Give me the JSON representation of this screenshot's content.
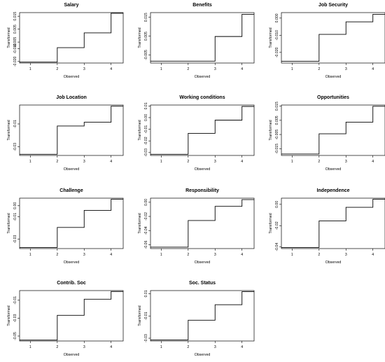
{
  "figure": {
    "cols": 3
  },
  "chart_data": [
    {
      "type": "line",
      "step": true,
      "title": "Salary",
      "xlabel": "Observed",
      "ylabel": "Transformed",
      "x": [
        1,
        2,
        3,
        4
      ],
      "y": [
        -0.0205,
        -0.0093,
        0.0021,
        0.0173
      ],
      "xlim": [
        0.6,
        4.45
      ],
      "ylim": [
        -0.0212,
        0.0178
      ],
      "xticks": [
        1,
        2,
        3,
        4
      ],
      "yticks": [
        -0.02,
        -0.01,
        -0.005,
        0.005,
        0.015
      ],
      "ytick_labels": [
        "-0.020",
        "-0.010",
        "-0.005",
        "0.005",
        "0.015"
      ]
    },
    {
      "type": "line",
      "step": true,
      "title": "Benefits",
      "xlabel": "Observed",
      "ylabel": "Transformed",
      "x": [
        1,
        2,
        3,
        4
      ],
      "y": [
        -0.0083,
        -0.0083,
        0.0048,
        0.0166
      ],
      "xlim": [
        0.6,
        4.45
      ],
      "ylim": [
        -0.0093,
        0.0175
      ],
      "xticks": [
        1,
        2,
        3,
        4
      ],
      "yticks": [
        -0.005,
        0.005,
        0.015
      ],
      "ytick_labels": [
        "-0.005",
        "0.005",
        "0.015"
      ]
    },
    {
      "type": "line",
      "step": true,
      "title": "Job Security",
      "xlabel": "Observed",
      "ylabel": "Transformed",
      "x": [
        1,
        2,
        3,
        4
      ],
      "y": [
        -0.0252,
        -0.0095,
        -0.0022,
        0.0022
      ],
      "xlim": [
        0.6,
        4.45
      ],
      "ylim": [
        -0.0262,
        0.0032
      ],
      "xticks": [
        1,
        2,
        3,
        4
      ],
      "yticks": [
        -0.02,
        -0.01,
        0.0
      ],
      "ytick_labels": [
        "-0.020",
        "-0.010",
        "0.000"
      ]
    },
    {
      "type": "line",
      "step": true,
      "title": "Job Location",
      "xlabel": "Observed",
      "ylabel": "Transformed",
      "x": [
        1,
        2,
        3,
        4
      ],
      "y": [
        -0.0365,
        -0.0118,
        -0.0085,
        0.0055
      ],
      "xlim": [
        0.6,
        4.45
      ],
      "ylim": [
        -0.0375,
        0.0065
      ],
      "xticks": [
        1,
        2,
        3,
        4
      ],
      "yticks": [
        -0.03,
        -0.01
      ],
      "ytick_labels": [
        "-0.03",
        "-0.01"
      ]
    },
    {
      "type": "line",
      "step": true,
      "title": "Working conditions",
      "xlabel": "Observed",
      "ylabel": "Transformed",
      "x": [
        1,
        2,
        3,
        4
      ],
      "y": [
        -0.0315,
        -0.0135,
        -0.0022,
        0.0096
      ],
      "xlim": [
        0.6,
        4.45
      ],
      "ylim": [
        -0.0325,
        0.0108
      ],
      "xticks": [
        1,
        2,
        3,
        4
      ],
      "yticks": [
        -0.03,
        -0.02,
        -0.01,
        0.0,
        0.01
      ],
      "ytick_labels": [
        "-0.03",
        "-0.02",
        "-0.01",
        "0.00",
        "0.01"
      ]
    },
    {
      "type": "line",
      "step": true,
      "title": "Opportunities",
      "xlabel": "Observed",
      "ylabel": "Transformed",
      "x": [
        1,
        2,
        3,
        4
      ],
      "y": [
        -0.0188,
        -0.0045,
        0.0037,
        0.0149
      ],
      "xlim": [
        0.6,
        4.45
      ],
      "ylim": [
        -0.0198,
        0.0158
      ],
      "xticks": [
        1,
        2,
        3,
        4
      ],
      "yticks": [
        -0.015,
        -0.005,
        0.005,
        0.015
      ],
      "ytick_labels": [
        "-0.015",
        "-0.005",
        "0.005",
        "0.015"
      ]
    },
    {
      "type": "line",
      "step": true,
      "title": "Challenge",
      "xlabel": "Observed",
      "ylabel": "Transformed",
      "x": [
        1,
        2,
        3,
        4
      ],
      "y": [
        -0.0375,
        -0.0195,
        -0.0042,
        0.0058
      ],
      "xlim": [
        0.6,
        4.45
      ],
      "ylim": [
        -0.0385,
        0.0068
      ],
      "xticks": [
        1,
        2,
        3,
        4
      ],
      "yticks": [
        -0.03,
        -0.01,
        0.0
      ],
      "ytick_labels": [
        "-0.03",
        "-0.01",
        "0.00"
      ]
    },
    {
      "type": "line",
      "step": true,
      "title": "Responsibility",
      "xlabel": "Observed",
      "ylabel": "Transformed",
      "x": [
        1,
        2,
        3,
        4
      ],
      "y": [
        -0.0635,
        -0.0258,
        -0.0058,
        0.0038
      ],
      "xlim": [
        0.6,
        4.45
      ],
      "ylim": [
        -0.0655,
        0.0058
      ],
      "xticks": [
        1,
        2,
        3,
        4
      ],
      "yticks": [
        -0.06,
        -0.04,
        -0.02,
        0.0
      ],
      "ytick_labels": [
        "-0.06",
        "-0.04",
        "-0.02",
        "0.00"
      ]
    },
    {
      "type": "line",
      "step": true,
      "title": "Independence",
      "xlabel": "Observed",
      "ylabel": "Transformed",
      "x": [
        1,
        2,
        3,
        4
      ],
      "y": [
        -0.0405,
        -0.0155,
        -0.0028,
        0.0048
      ],
      "xlim": [
        0.6,
        4.45
      ],
      "ylim": [
        -0.0415,
        0.0058
      ],
      "xticks": [
        1,
        2,
        3,
        4
      ],
      "yticks": [
        -0.04,
        -0.02,
        0.0
      ],
      "ytick_labels": [
        "-0.04",
        "-0.02",
        "0.00"
      ]
    },
    {
      "type": "line",
      "step": true,
      "title": "Contrib. Soc",
      "xlabel": "Observed",
      "ylabel": "Transformed",
      "x": [
        1,
        2,
        3,
        4
      ],
      "y": [
        -0.0545,
        -0.0268,
        -0.0088,
        -0.0002
      ],
      "xlim": [
        0.6,
        4.45
      ],
      "ylim": [
        -0.0555,
        0.0008
      ],
      "xticks": [
        1,
        2,
        3,
        4
      ],
      "yticks": [
        -0.05,
        -0.03,
        -0.01
      ],
      "ytick_labels": [
        "-0.05",
        "-0.03",
        "-0.01"
      ]
    },
    {
      "type": "line",
      "step": true,
      "title": "Soc. Status",
      "xlabel": "Observed",
      "ylabel": "Transformed",
      "x": [
        1,
        2,
        3,
        4
      ],
      "y": [
        -0.0315,
        -0.0138,
        0.0001,
        0.0118
      ],
      "xlim": [
        0.6,
        4.45
      ],
      "ylim": [
        -0.0325,
        0.0128
      ],
      "xticks": [
        1,
        2,
        3,
        4
      ],
      "yticks": [
        -0.03,
        -0.01,
        0.01
      ],
      "ytick_labels": [
        "-0.03",
        "-0.01",
        "0.01"
      ]
    }
  ]
}
